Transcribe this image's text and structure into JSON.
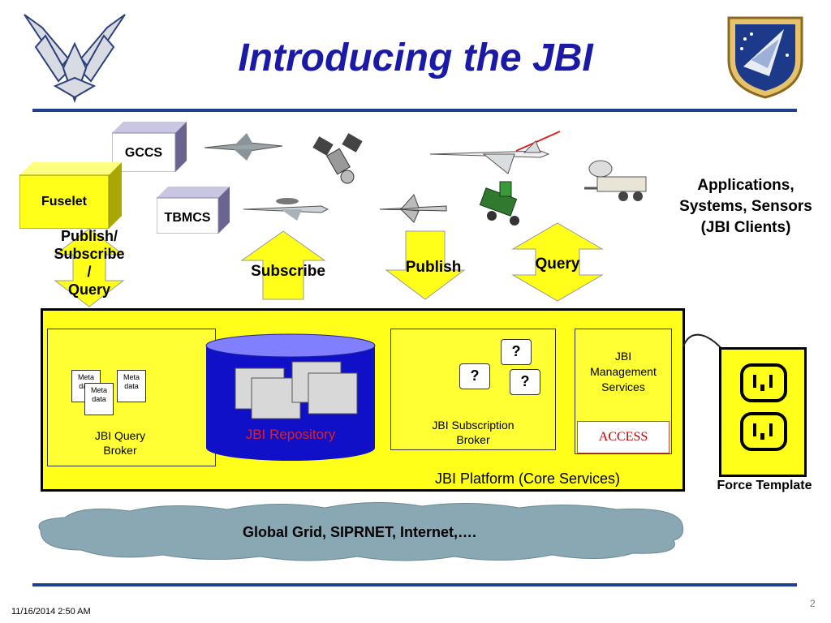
{
  "slide": {
    "title": "Introducing the JBI",
    "footer_date": "11/16/2014 2:50 AM",
    "page_number": "2"
  },
  "systems": {
    "gccs": "GCCS",
    "tbmcs": "TBMCS",
    "fuselet": "Fuselet"
  },
  "clients_label": {
    "line1": "Applications,",
    "line2": "Systems, Sensors",
    "line3": "(JBI Clients)"
  },
  "arrows": {
    "pubsub_line1": "Publish/",
    "pubsub_line2": "Subscribe",
    "pubsub_line3": "/",
    "pubsub_line4": "Query",
    "subscribe": "Subscribe",
    "publish": "Publish",
    "query": "Query"
  },
  "platform": {
    "label": "JBI Platform (Core Services)",
    "query_broker_line1": "JBI Query",
    "query_broker_line2": "Broker",
    "repository": "JBI Repository",
    "subscription_broker_line1": "JBI Subscription",
    "subscription_broker_line2": "Broker",
    "management_line1": "JBI",
    "management_line2": "Management",
    "management_line3": "Services",
    "access": "ACCESS",
    "metadata_1": "Meta data",
    "metadata_2": "Meta data",
    "metadata_3": "Meta data",
    "q1": "?",
    "q2": "?",
    "q3": "?"
  },
  "force_template": "Force Template",
  "grid": "Global Grid, SIPRNET, Internet,…."
}
